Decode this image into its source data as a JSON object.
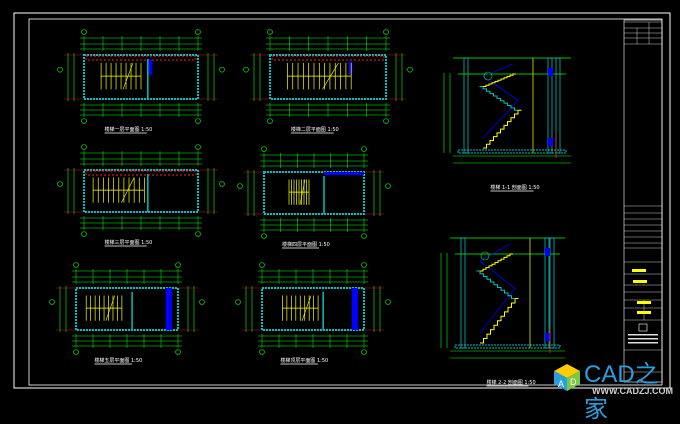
{
  "drawing": {
    "plan_titles": [
      "楼梯一层平面图 1:50",
      "楼梯二层平面图 1:50",
      "楼梯三层平面图 1:50",
      "楼梯四层平面图 1:50",
      "楼梯五层平面图 1:50",
      "楼梯顶层平面图 1:50"
    ],
    "section_titles": [
      "楼梯 1-1 剖面图 1:50",
      "楼梯 2-2 剖面图 1:50"
    ],
    "colors": {
      "background": "#000000",
      "frame": "#ffffff",
      "dimension": "#00ff00",
      "wall": "#00c0c0",
      "stair": "#ffff00",
      "hatch": "#ff2020",
      "accent": "#0000ff"
    }
  },
  "watermark": {
    "brand": "CAD之家",
    "url": "WWW.CADZJ.COM",
    "cube_letters": [
      "A",
      "D"
    ]
  }
}
